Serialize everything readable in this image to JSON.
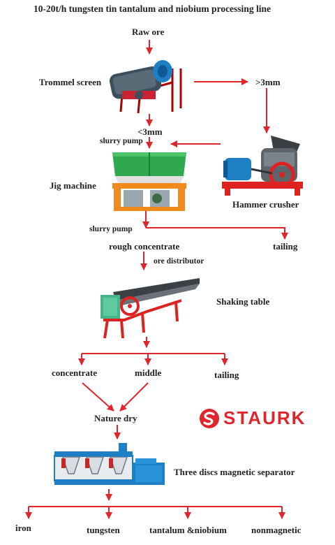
{
  "title": "10-20t/h tungsten tin tantalum and niobium processing line",
  "nodes": {
    "raw_ore": "Raw ore",
    "trommel_screen": "Trommel screen",
    "over_3mm": ">3mm",
    "under_3mm": "<3mm",
    "slurry_pump_1": "slurry pump",
    "jig_machine": "Jig machine",
    "hammer_crusher": "Hammer crusher",
    "slurry_pump_2": "slurry pump",
    "rough_concentrate": "rough concentrate",
    "tailing_1": "tailing",
    "ore_distributor": "ore distributor",
    "shaking_table": "Shaking table",
    "concentrate": "concentrate",
    "middle": "middle",
    "tailing_2": "tailing",
    "nature_dry": "Nature dry",
    "magnetic_separator": "Three discs magnetic separator",
    "iron": "iron",
    "tungsten": "tungsten",
    "tantalum_niobium": "tantalum &niobium",
    "nonmagnetic": "nonmagnetic"
  },
  "logo": {
    "text": "STAURK",
    "color": "#e0262b"
  },
  "colors": {
    "arrow": "#e0262b",
    "machine_blue": "#1f7fc4",
    "machine_green": "#2fa84f",
    "machine_orange": "#f08a1c"
  }
}
